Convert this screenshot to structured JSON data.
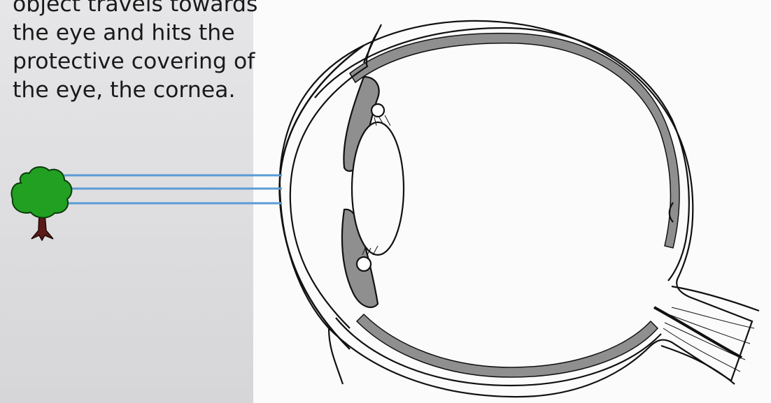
{
  "caption": {
    "lines": [
      "object travels towards",
      "the eye and hits the",
      "protective covering of",
      "the eye, the cornea."
    ]
  },
  "icons": {
    "object": "tree-icon",
    "diagram": "eye-cross-section-icon"
  },
  "colors": {
    "background": "#dcdcdf",
    "panel": "#fbfbfb",
    "light_rays": "#5b9bd5",
    "tree_foliage": "#22a022",
    "tree_trunk": "#5c1a17",
    "eye_outline": "#111111",
    "eye_shading": "#8f8f8f"
  }
}
